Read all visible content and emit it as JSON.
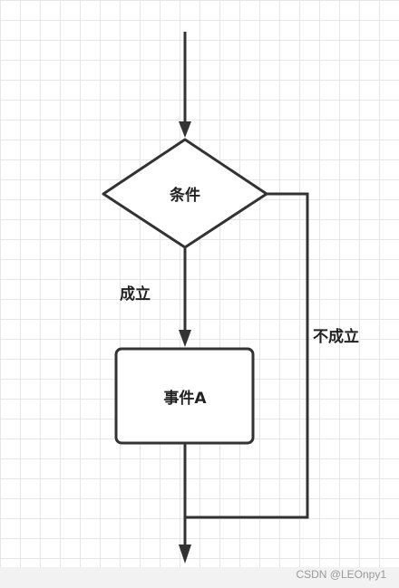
{
  "diagram": {
    "decision_label": "条件",
    "yes_label": "成立",
    "no_label": "不成立",
    "process_label": "事件A"
  },
  "colors": {
    "stroke": "#333333",
    "grid": "#e6e6e6",
    "background": "#ffffff"
  },
  "watermark": "CSDN @LEOnpy1"
}
